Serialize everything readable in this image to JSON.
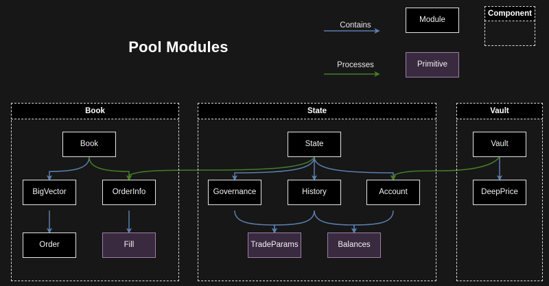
{
  "diagram": {
    "title": "Pool Modules",
    "background_color": "#171717",
    "module_fill": "#000000",
    "module_border": "#e6e6e6",
    "primitive_fill": "#3a2a40",
    "primitive_border": "#9d7fa8",
    "contains_color": "#5b7fb0",
    "processes_color": "#447f28"
  },
  "legend": {
    "contains": {
      "label": "Contains",
      "arrow_color": "#5b7fb0"
    },
    "processes": {
      "label": "Processes",
      "arrow_color": "#447f28"
    },
    "module_sample": {
      "label": "Module",
      "type": "module"
    },
    "primitive_sample": {
      "label": "Primitive",
      "type": "primitive"
    },
    "component_sample": {
      "label": "Component",
      "type": "component"
    }
  },
  "components": [
    {
      "id": "book",
      "label": "Book"
    },
    {
      "id": "state",
      "label": "State"
    },
    {
      "id": "vault",
      "label": "Vault"
    }
  ],
  "nodes": [
    {
      "id": "book",
      "label": "Book",
      "type": "module",
      "component": "book"
    },
    {
      "id": "bigvector",
      "label": "BigVector",
      "type": "module",
      "component": "book"
    },
    {
      "id": "orderinfo",
      "label": "OrderInfo",
      "type": "module",
      "component": "book"
    },
    {
      "id": "order",
      "label": "Order",
      "type": "module",
      "component": "book"
    },
    {
      "id": "fill",
      "label": "Fill",
      "type": "primitive",
      "component": "book"
    },
    {
      "id": "state",
      "label": "State",
      "type": "module",
      "component": "state"
    },
    {
      "id": "governance",
      "label": "Governance",
      "type": "module",
      "component": "state"
    },
    {
      "id": "history",
      "label": "History",
      "type": "module",
      "component": "state"
    },
    {
      "id": "account",
      "label": "Account",
      "type": "module",
      "component": "state"
    },
    {
      "id": "tradeparams",
      "label": "TradeParams",
      "type": "primitive",
      "component": "state"
    },
    {
      "id": "balances",
      "label": "Balances",
      "type": "primitive",
      "component": "state"
    },
    {
      "id": "vault",
      "label": "Vault",
      "type": "module",
      "component": "vault"
    },
    {
      "id": "deepprice",
      "label": "DeepPrice",
      "type": "module",
      "component": "vault"
    }
  ],
  "edges": [
    {
      "from": "book",
      "to": "bigvector",
      "relation": "Contains"
    },
    {
      "from": "book",
      "to": "orderinfo",
      "relation": "Processes"
    },
    {
      "from": "bigvector",
      "to": "order",
      "relation": "Contains"
    },
    {
      "from": "orderinfo",
      "to": "fill",
      "relation": "Contains"
    },
    {
      "from": "state",
      "to": "governance",
      "relation": "Contains"
    },
    {
      "from": "state",
      "to": "history",
      "relation": "Contains"
    },
    {
      "from": "state",
      "to": "account",
      "relation": "Contains"
    },
    {
      "from": "state",
      "to": "orderinfo",
      "relation": "Processes"
    },
    {
      "from": "governance",
      "to": "tradeparams",
      "relation": "Contains"
    },
    {
      "from": "history",
      "to": "tradeparams",
      "relation": "Contains"
    },
    {
      "from": "history",
      "to": "balances",
      "relation": "Contains"
    },
    {
      "from": "account",
      "to": "balances",
      "relation": "Contains"
    },
    {
      "from": "vault",
      "to": "deepprice",
      "relation": "Contains"
    },
    {
      "from": "vault",
      "to": "account",
      "relation": "Processes"
    }
  ]
}
